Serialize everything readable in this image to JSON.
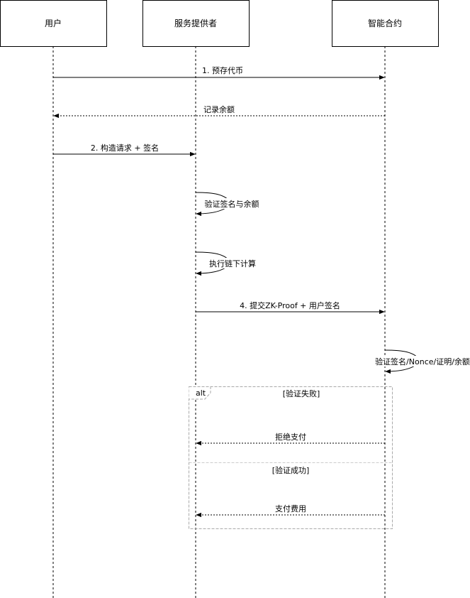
{
  "diagram": {
    "type": "sequence",
    "participants": [
      {
        "id": "user",
        "label": "用户"
      },
      {
        "id": "provider",
        "label": "服务提供者"
      },
      {
        "id": "contract",
        "label": "智能合约"
      }
    ],
    "messages": [
      {
        "from": "user",
        "to": "contract",
        "label": "1. 预存代币",
        "style": "solid"
      },
      {
        "from": "contract",
        "to": "user",
        "label": "记录余额",
        "style": "dashed"
      },
      {
        "from": "user",
        "to": "provider",
        "label": "2. 构造请求 + 签名",
        "style": "solid"
      },
      {
        "from": "provider",
        "to": "provider",
        "label": "验证签名与余额",
        "style": "self"
      },
      {
        "from": "provider",
        "to": "provider",
        "label": "执行链下计算",
        "style": "self"
      },
      {
        "from": "provider",
        "to": "contract",
        "label": "4. 提交ZK-Proof + 用户签名",
        "style": "solid"
      },
      {
        "from": "contract",
        "to": "contract",
        "label": "验证签名/Nonce/证明/余额",
        "style": "self"
      },
      {
        "from": "contract",
        "to": "provider",
        "label": "拒绝支付",
        "style": "dashed"
      },
      {
        "from": "contract",
        "to": "provider",
        "label": "支付费用",
        "style": "dashed"
      }
    ],
    "fragment": {
      "kind": "alt",
      "conditions": [
        "[验证失败]",
        "[验证成功]"
      ]
    }
  }
}
